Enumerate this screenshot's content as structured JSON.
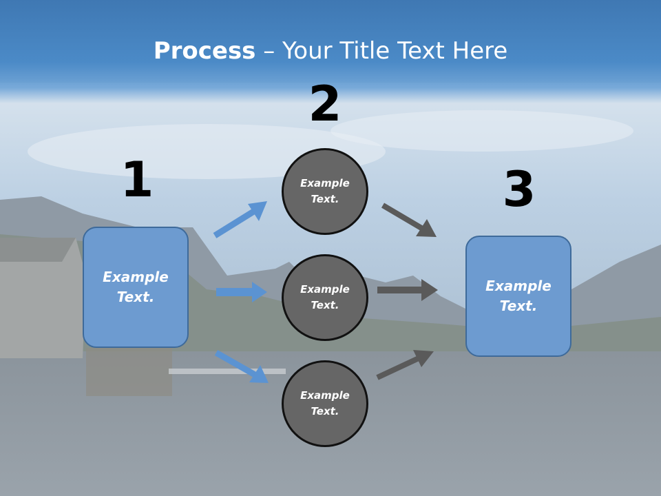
{
  "title": {
    "bold": "Process",
    "rest": " – Your Title Text Here"
  },
  "steps": {
    "one": {
      "number": "1",
      "text": "Example\nText."
    },
    "two": {
      "number": "2",
      "circles": [
        "Example\nText.",
        "Example\nText.",
        "Example\nText."
      ]
    },
    "three": {
      "number": "3",
      "text": "Example\nText."
    }
  },
  "colors": {
    "title_band": "#4b8ac7",
    "box_fill": "#6d9bd0",
    "circle_fill": "#666666",
    "blue_arrow": "#5b93d2",
    "gray_arrow": "#5a5a5a"
  }
}
